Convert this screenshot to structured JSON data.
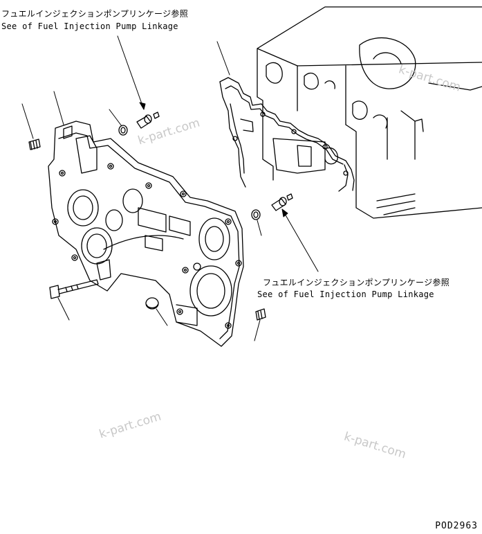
{
  "callouts": {
    "top_jp": "フュエルインジェクションポンプリンケージ参照",
    "top_en": "See of Fuel Injection Pump Linkage",
    "right_jp": "フュエルインジェクションポンプリンケージ参照",
    "right_en": "See of Fuel Injection Pump Linkage"
  },
  "watermark": "k-part.com",
  "drawing_code": "POD2963",
  "colors": {
    "line": "#000000",
    "watermark": "#c8c8c8",
    "background": "#ffffff"
  }
}
